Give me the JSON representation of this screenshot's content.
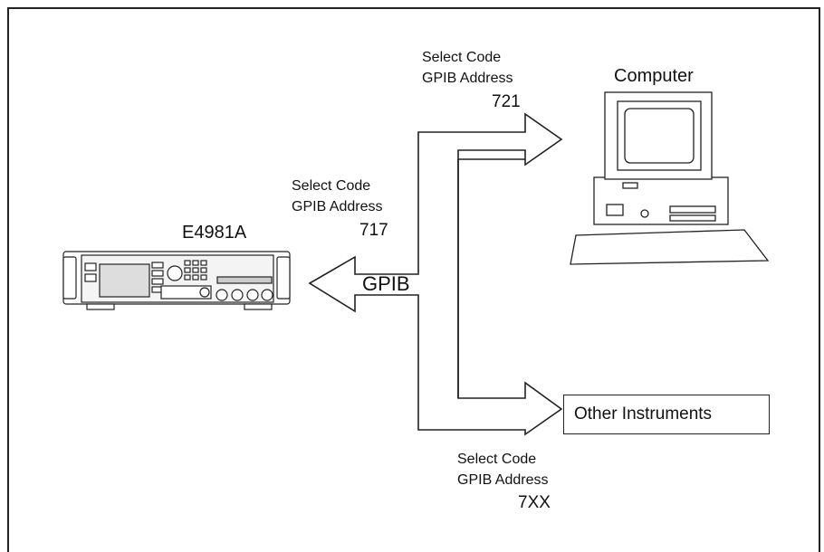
{
  "instrument": {
    "name": "E4981A",
    "select_code_label": "Select Code",
    "gpib_address_label": "GPIB Address",
    "address": "717"
  },
  "bus": {
    "label": "GPIB"
  },
  "computer": {
    "name": "Computer",
    "select_code_label": "Select Code",
    "gpib_address_label": "GPIB Address",
    "address": "721"
  },
  "other": {
    "name": "Other Instruments",
    "select_code_label": "Select Code",
    "gpib_address_label": "GPIB Address",
    "address": "7XX"
  }
}
